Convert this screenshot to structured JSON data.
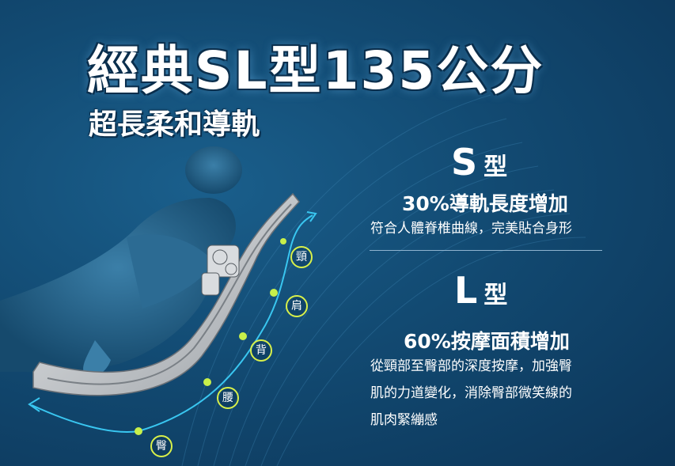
{
  "header": {
    "title": "經典SL型135公分",
    "subtitle": "超長柔和導軌"
  },
  "s_type": {
    "letter": "S",
    "word": "型",
    "headline": "30%導軌長度增加",
    "description": "符合人體脊椎曲線，完美貼合身形"
  },
  "l_type": {
    "letter": "L",
    "word": "型",
    "headline": "60%按摩面積增加",
    "description_lines": [
      "從頸部至臀部的深度按摩，加強臀",
      "肌的力道變化，消除臀部微笑線的",
      "肌肉緊繃感"
    ]
  },
  "body_points": [
    "頸",
    "肩",
    "背",
    "腰",
    "臀"
  ],
  "colors": {
    "background": "#124a72",
    "accent_cyan": "#39c6f0",
    "dot_yellow": "#d8f04a",
    "rail_gray": "#c9ccd0"
  }
}
